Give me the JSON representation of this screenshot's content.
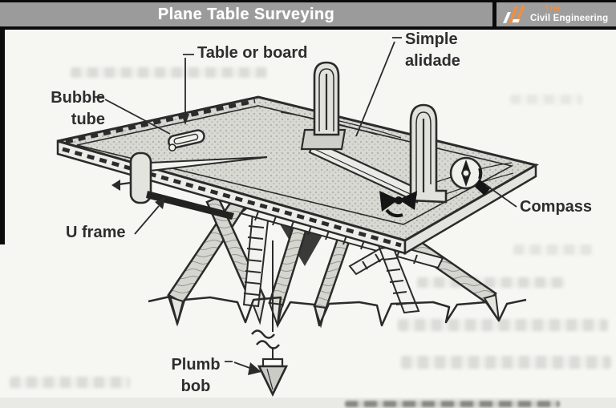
{
  "header": {
    "title": "Plane Table Surveying",
    "brand": {
      "top": "The",
      "bottom": "Civil Engineering"
    }
  },
  "diagram": {
    "labels": {
      "table_or_board": "Table or board",
      "simple_alidade": [
        "Simple",
        "alidade"
      ],
      "bubble_tube": [
        "Bubble",
        "tube"
      ],
      "u_frame": "U frame",
      "compass": "Compass",
      "plumb_bob": [
        "Plumb",
        "bob"
      ]
    }
  },
  "colors": {
    "ink": "#2b2b2b",
    "paper": "#f6f6f3",
    "header-gray": "#9b9b9b",
    "accent": "#ef8f3f"
  }
}
